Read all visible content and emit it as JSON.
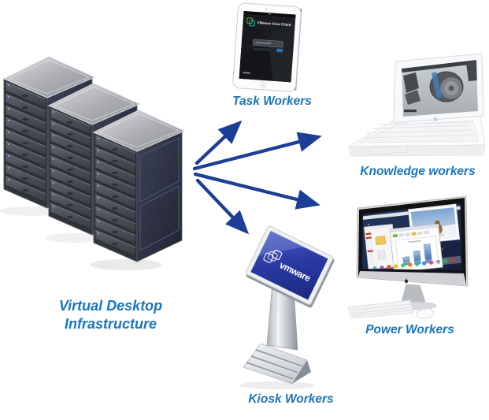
{
  "diagram": {
    "title": {
      "line1": "Virtual Desktop",
      "line2": "Infrastructure"
    },
    "labels": {
      "task": "Task Workers",
      "knowledge": "Knowledge workers",
      "power": "Power Workers",
      "kiosk": "Kiosk Workers"
    },
    "screens": {
      "tablet_app_title": "VMware View Client",
      "kiosk_logo_text": "vmware"
    },
    "colors": {
      "label_blue": "#1B75BC",
      "arrow_blue": "#1D3E96",
      "kiosk_screen_blue": "#22339B"
    }
  }
}
